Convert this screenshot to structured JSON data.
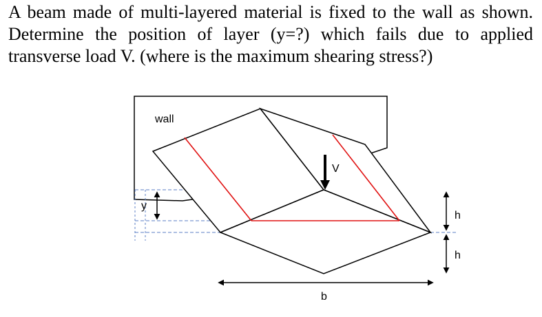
{
  "problem": {
    "line1": "A beam made of multi-layered material is fixed to the wall as shown.",
    "line2": "Determine the position of layer (y=?) which fails due to applied",
    "line3": "transverse load V. (where is the maximum shearing stress?)"
  },
  "figure": {
    "wall_label": "wall",
    "load_label": "V",
    "y_label": "y",
    "h_label_upper": "h",
    "h_label_lower": "h",
    "b_label": "b",
    "colors": {
      "outline": "#000000",
      "failure_layer": "#e01010",
      "dashed_guide": "#5b7fc4"
    }
  }
}
